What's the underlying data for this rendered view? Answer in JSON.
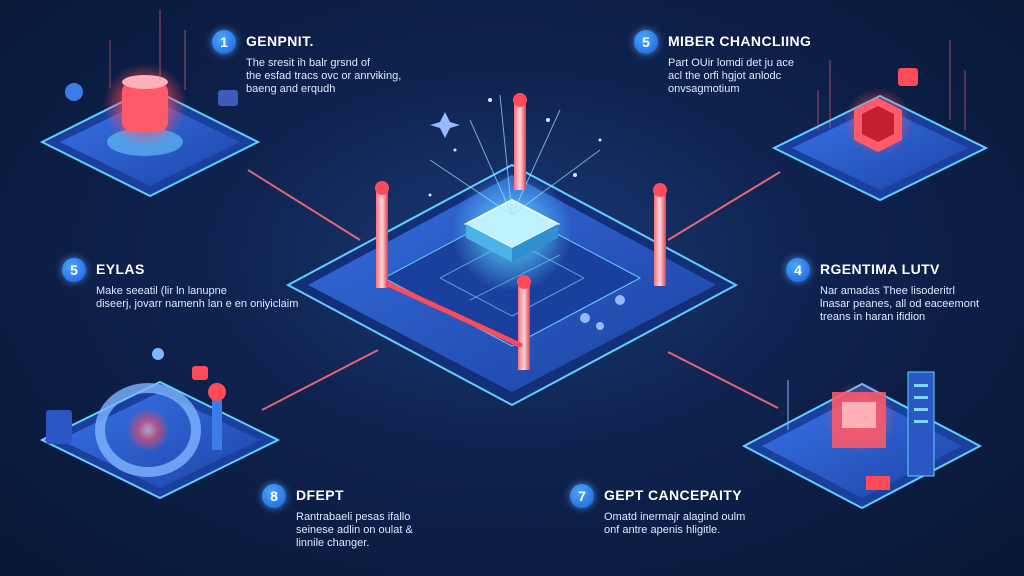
{
  "colors": {
    "background": "#0f2350",
    "platform_top": "#2a5bd6",
    "platform_edge": "#5fd0ff",
    "accent_red": "#ff4a5a",
    "badge_blue": "#2a7de8"
  },
  "steps": [
    {
      "number": "1",
      "title": "GENPNIT.",
      "body": "The sresit ih balr grsnd of\nthe esfad tracs ovc or anrviking,\nbaeng and erqudh"
    },
    {
      "number": "5",
      "title": "MIBER CHANCLIING",
      "body": "Part OUir lomdi det ju ace\nacl the orfi hgjot anlodc\nonvsagmotium"
    },
    {
      "number": "5",
      "title": "EYLAS",
      "body": "Make seeatil (lir ln lanupne\ndiseerj, jovarr namenh lan e en oniyiclaim"
    },
    {
      "number": "4",
      "title": "RGENTIMA LUTV",
      "body": "Nar amadas Thee lisoderitrl\nlnasar peanes, all od eaceemont\ntreans in haran ifidion"
    },
    {
      "number": "8",
      "title": "DFEPT",
      "body": "Rantrabaeli pesas ifallo\nseinese adlin on oulat &\nlinnile changer."
    },
    {
      "number": "7",
      "title": "GEPT CANCEPAITY",
      "body": "Omatd inermajr alagind oulm\nonf antre apenis hligitle."
    }
  ]
}
